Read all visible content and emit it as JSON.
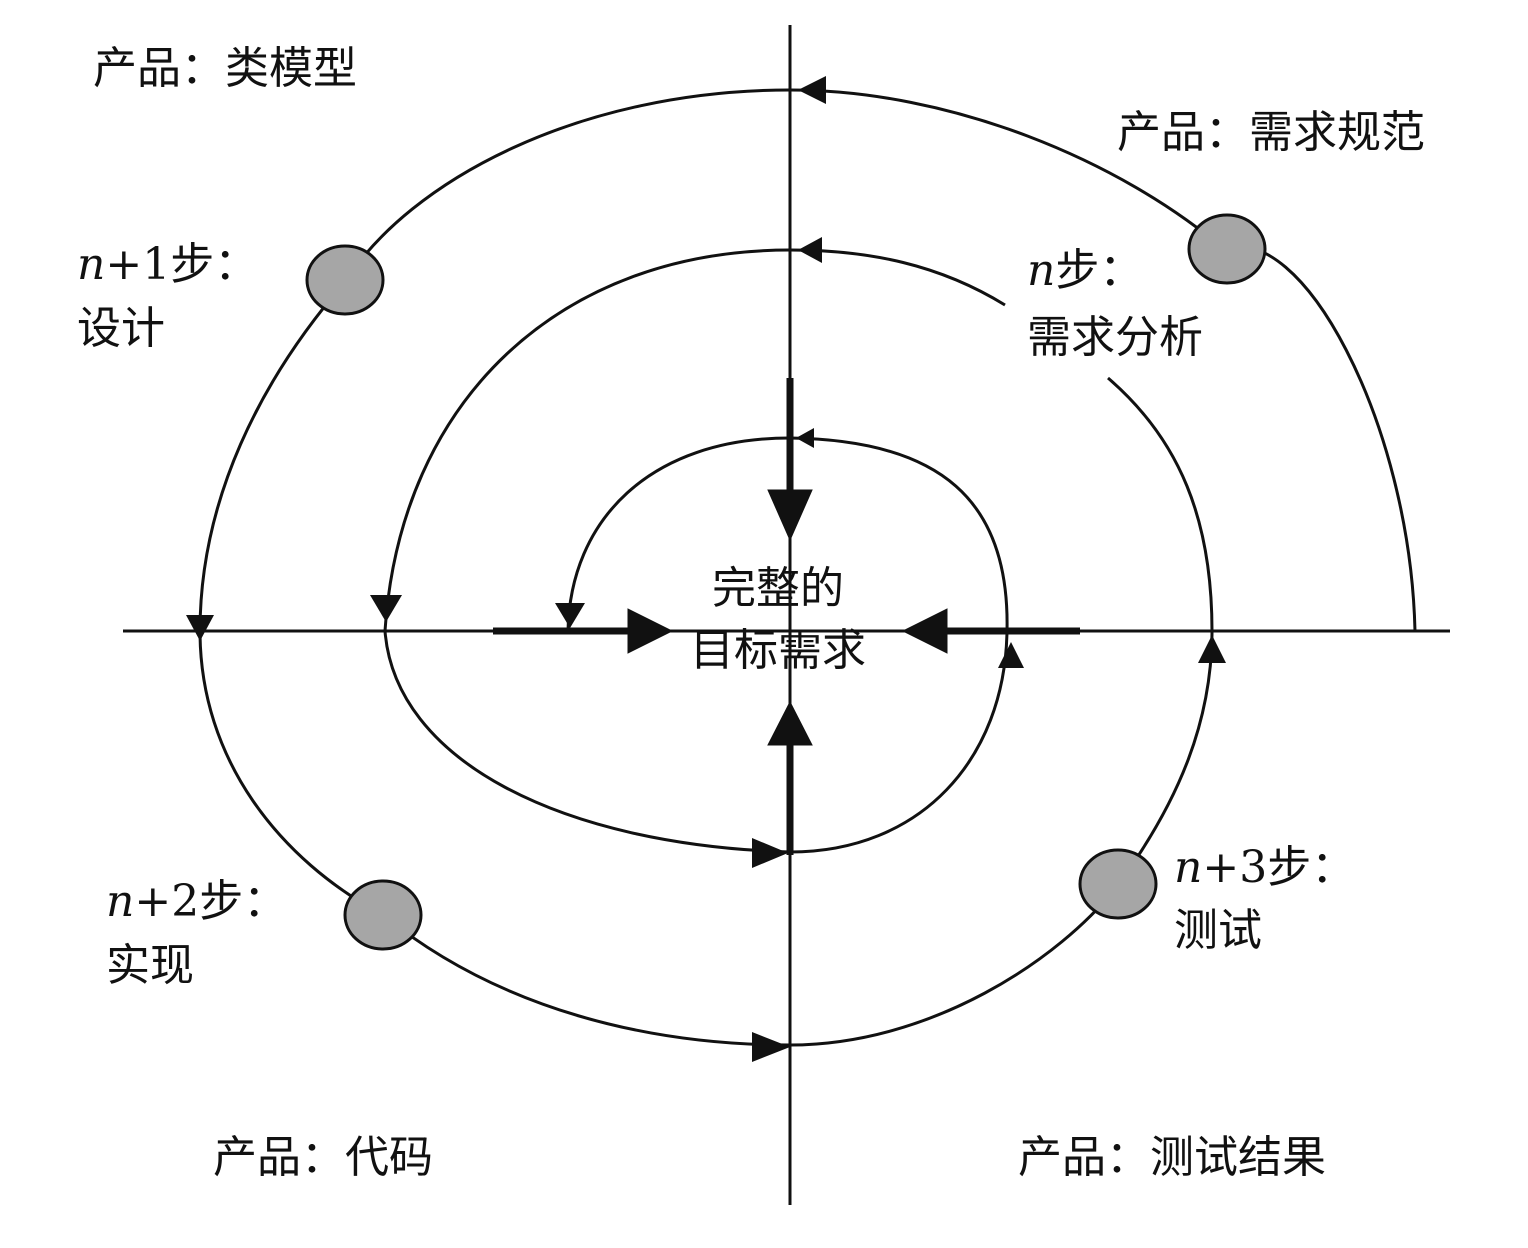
{
  "center": {
    "line1": "完整的",
    "line2": "目标需求"
  },
  "quadrants": {
    "top_left_product": "产品：类模型",
    "top_right_product": "产品：需求规范",
    "bottom_left_product": "产品：代码",
    "bottom_right_product": "产品：测试结果"
  },
  "steps": {
    "n": {
      "var": "n",
      "suffix": "步：",
      "activity": "需求分析"
    },
    "n1": {
      "var": "n",
      "suffix": "+1步：",
      "activity": "设计"
    },
    "n2": {
      "var": "n",
      "suffix": "+2步：",
      "activity": "实现"
    },
    "n3": {
      "var": "n",
      "suffix": "+3步：",
      "activity": "测试"
    }
  },
  "colors": {
    "line": "#111111",
    "node_fill": "#a6a6a6",
    "background": "#ffffff"
  }
}
